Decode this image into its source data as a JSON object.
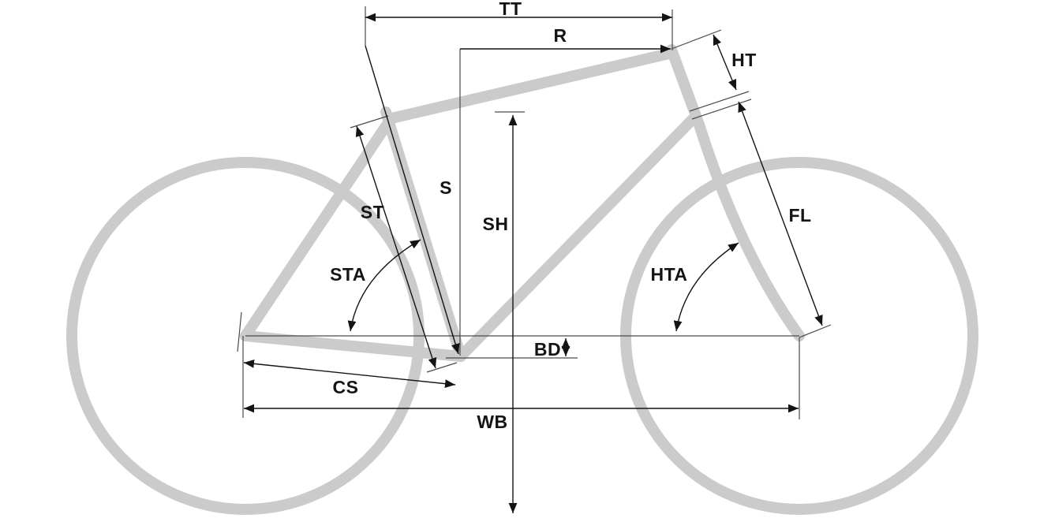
{
  "diagram": {
    "type": "bicycle-frame-geometry",
    "labels": {
      "top_tube": "TT",
      "reach": "R",
      "head_tube": "HT",
      "stack": "S",
      "standover_height": "SH",
      "seat_tube": "ST",
      "seat_tube_angle": "STA",
      "head_tube_angle": "HTA",
      "fork_length": "FL",
      "bb_drop": "BD",
      "chainstay": "CS",
      "wheelbase": "WB"
    }
  },
  "colors": {
    "frame": "#cbcbcb",
    "dimension_lines": "#141414",
    "background": "#ffffff"
  }
}
